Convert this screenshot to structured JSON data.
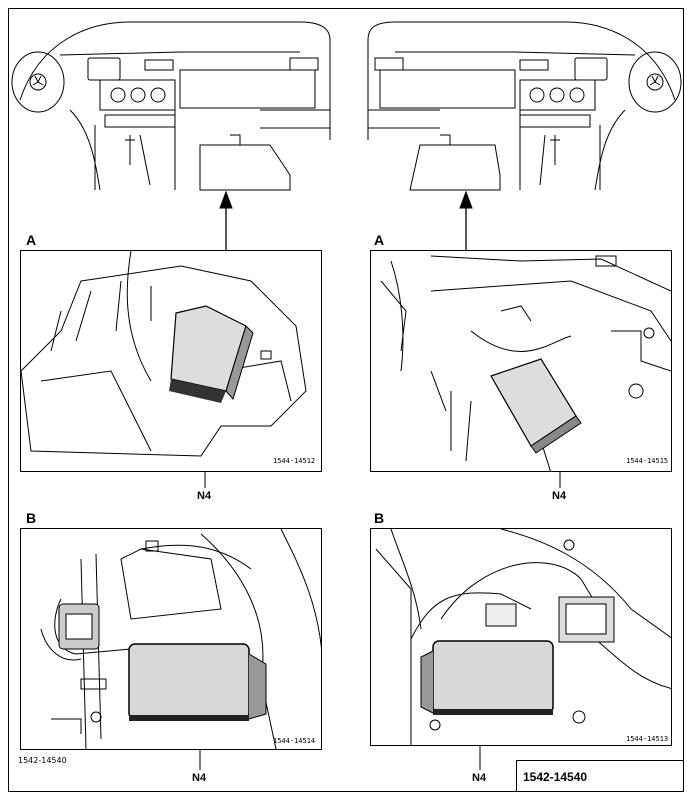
{
  "labels": {
    "top_left_section": "A",
    "top_right_section": "A",
    "bottom_left_section": "B",
    "bottom_right_section": "B",
    "part_label": "N4"
  },
  "photo_codes": {
    "a_left": "1544-14512",
    "a_right": "1544-14515",
    "b_left": "1544-14514",
    "b_right": "1544-14513"
  },
  "caption_left": "1542-14540",
  "figure_ref": "1542-14540"
}
